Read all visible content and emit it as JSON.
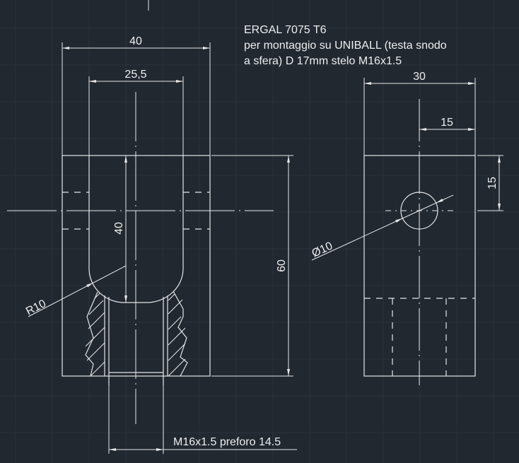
{
  "note": {
    "line1": "ERGAL 7075 T6",
    "line2": "per montaggio su UNIBALL (testa snodo",
    "line3": "a sfera) D 17mm stelo M16x1.5"
  },
  "front_view": {
    "dim_width": "40",
    "dim_inner_width": "25,5",
    "dim_bore_depth": "40",
    "dim_height": "60",
    "dim_radius": "R10",
    "dim_thread": "M16x1.5 preforo 14.5"
  },
  "side_view": {
    "dim_width": "30",
    "dim_half_width": "15",
    "dim_hole_offset": "15",
    "dim_hole_diameter": "Ø10"
  },
  "colors": {
    "background": "#212830",
    "lines": "#e6e6e6",
    "grid": "#2a323c"
  }
}
